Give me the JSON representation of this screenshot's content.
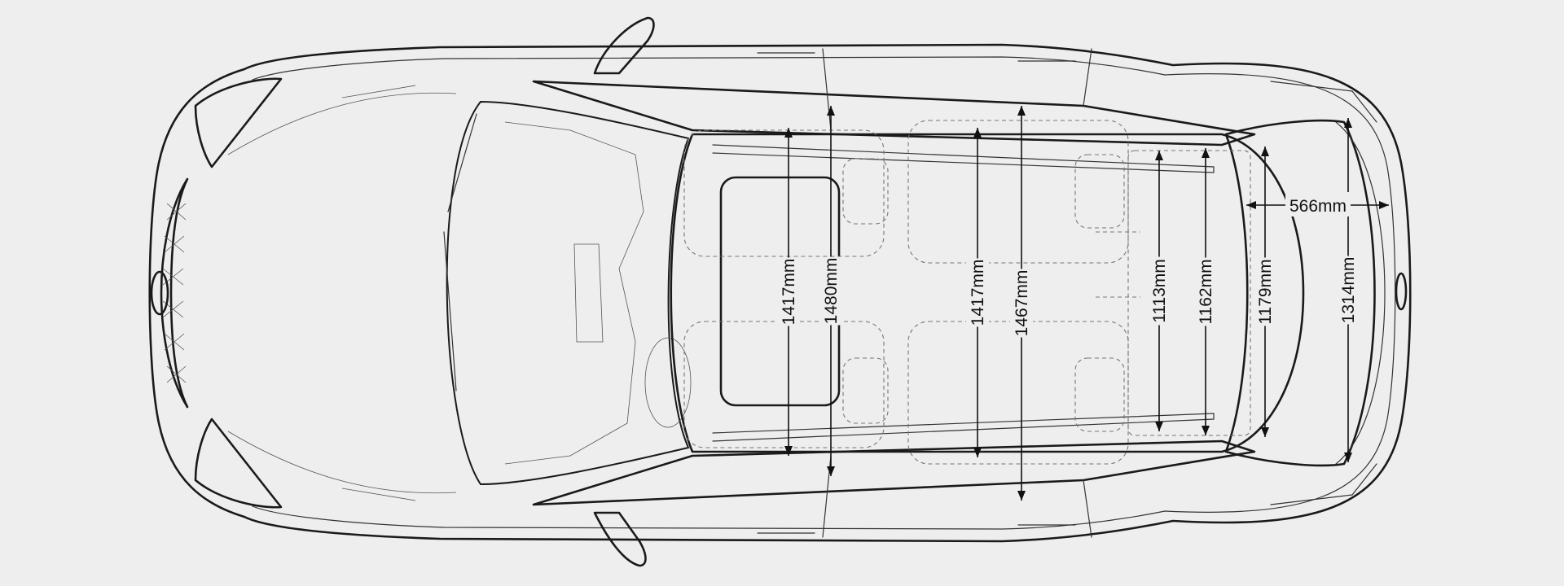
{
  "dimensions": {
    "mirror_width_label": "566mm",
    "widths": [
      {
        "id": "front_shoulder",
        "label": "1417mm"
      },
      {
        "id": "front_hip",
        "label": "1480mm"
      },
      {
        "id": "rear_shoulder",
        "label": "1417mm"
      },
      {
        "id": "rear_hip",
        "label": "1467mm"
      },
      {
        "id": "cargo_1",
        "label": "1113mm"
      },
      {
        "id": "cargo_2",
        "label": "1162mm"
      },
      {
        "id": "cargo_3",
        "label": "1179mm"
      },
      {
        "id": "cargo_4",
        "label": "1314mm"
      }
    ]
  },
  "colors": {
    "background": "#eeeeee",
    "line": "#1a1a1a",
    "dashed": "#777777"
  }
}
